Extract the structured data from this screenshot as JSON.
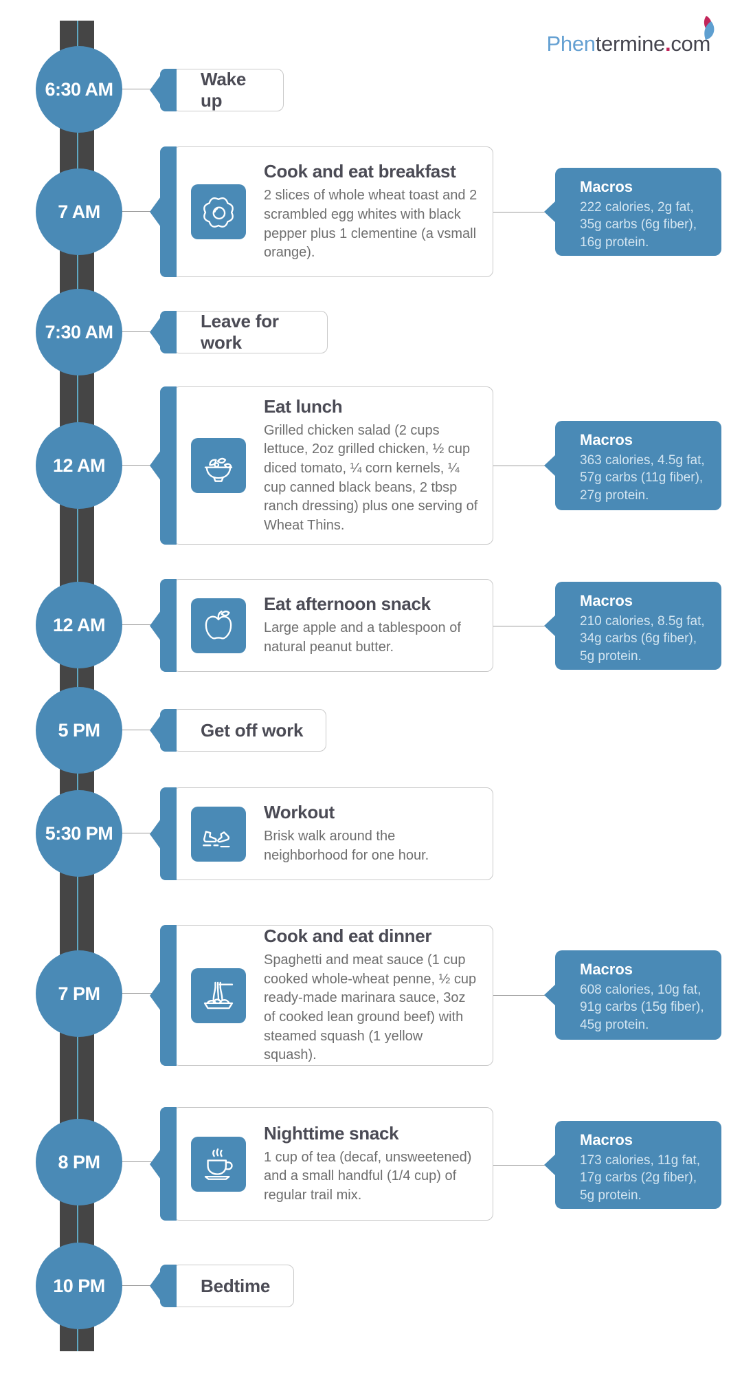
{
  "brand": {
    "part_blue": "Phen",
    "part_dark": "termine",
    "dot": ".",
    "tld": "com"
  },
  "colors": {
    "accent_blue": "#4a8ab6",
    "bar_gray": "#454545",
    "bar_center_line": "#5fa8c2",
    "title_text": "#4b4b55",
    "body_text": "#6e6e6e",
    "macros_body_text": "#d3e5f1",
    "logo_blue": "#64a0d2",
    "logo_dark": "#45454f",
    "logo_pink": "#c2255a"
  },
  "events": [
    {
      "time": "6:30 AM",
      "label": "Wake up"
    },
    {
      "time": "7 AM",
      "icon": "fried-egg",
      "title": "Cook and eat breakfast",
      "description": "2 slices of whole wheat toast and 2 scrambled egg whites with black pepper plus 1 clementine (a vsmall orange).",
      "macros": {
        "title": "Macros",
        "text": "222 calories, 2g fat, 35g carbs (6g fiber), 16g protein."
      }
    },
    {
      "time": "7:30 AM",
      "label": "Leave for work"
    },
    {
      "time": "12 AM",
      "icon": "salad-bowl",
      "title": "Eat lunch",
      "description": "Grilled chicken salad (2 cups lettuce, 2oz grilled chicken, ½ cup diced tomato, ¼ corn kernels, ¼ cup canned black beans, 2 tbsp ranch dressing) plus one serving of Wheat Thins.",
      "macros": {
        "title": "Macros",
        "text": "363 calories, 4.5g fat, 57g carbs (11g fiber), 27g protein."
      }
    },
    {
      "time": "12 AM",
      "icon": "apple",
      "title": "Eat afternoon snack",
      "description": "Large apple and a tablespoon of natural peanut butter.",
      "macros": {
        "title": "Macros",
        "text": "210 calories, 8.5g fat, 34g carbs (6g fiber), 5g protein."
      }
    },
    {
      "time": "5 PM",
      "label": "Get off work"
    },
    {
      "time": "5:30 PM",
      "icon": "walking-shoes",
      "title": "Workout",
      "description": "Brisk walk around the neighborhood for one hour."
    },
    {
      "time": "7 PM",
      "icon": "spaghetti",
      "title": "Cook and eat dinner",
      "description": "Spaghetti and meat sauce (1 cup cooked whole-wheat penne, ½ cup ready-made marinara sauce, 3oz of cooked lean ground beef) with steamed squash (1 yellow squash).",
      "macros": {
        "title": "Macros",
        "text": "608 calories, 10g fat, 91g carbs (15g fiber), 45g protein."
      }
    },
    {
      "time": "8 PM",
      "icon": "teacup",
      "title": "Nighttime snack",
      "description": "1 cup of tea (decaf, unsweetened) and a small handful (1/4 cup) of regular trail mix.",
      "macros": {
        "title": "Macros",
        "text": "173 calories, 11g fat, 17g carbs (2g fiber), 5g protein."
      }
    },
    {
      "time": "10 PM",
      "label": "Bedtime"
    }
  ]
}
